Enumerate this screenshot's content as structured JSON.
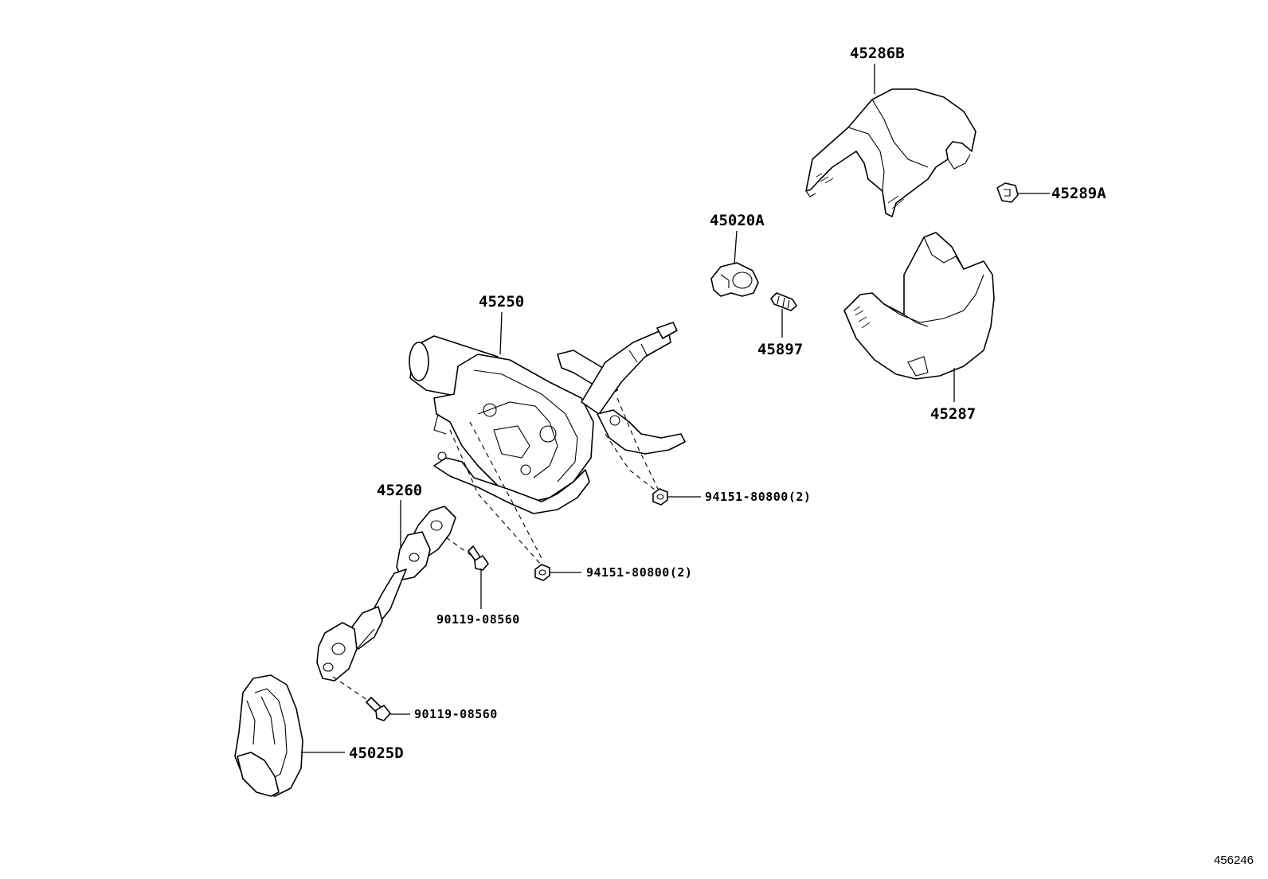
{
  "figure_id": "456246",
  "parts": {
    "cover_upper": "45286B",
    "clip": "45289A",
    "switch_bracket": "45020A",
    "bolt_small": "45897",
    "cover_lower": "45287",
    "column_assembly": "45250",
    "nut_right": "94151-80800(2)",
    "nut_left": "94151-80800(2)",
    "intermediate_shaft": "45260",
    "bolt_upper": "90119-08560",
    "bolt_lower": "90119-08560",
    "boot": "45025D"
  }
}
